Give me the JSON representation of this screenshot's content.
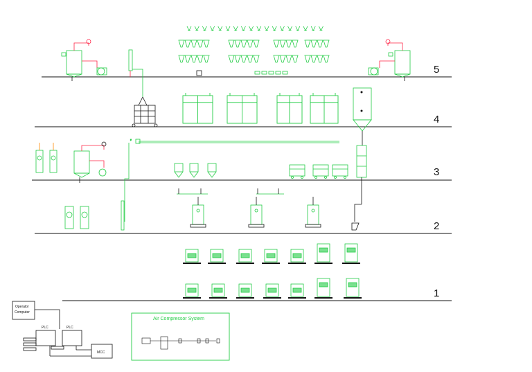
{
  "colors": {
    "line": "#111111",
    "equipment": "#22cc44",
    "equipment_dark": "#0e7a26",
    "pipe": "#ff2244",
    "accent": "#ff8800"
  },
  "floors": [
    {
      "label": "5"
    },
    {
      "label": "4"
    },
    {
      "label": "3"
    },
    {
      "label": "2"
    },
    {
      "label": "1"
    }
  ],
  "control": {
    "operator_label_1": "Operator",
    "operator_label_2": "Computer",
    "plc_1": "PLC",
    "plc_2": "PLC",
    "mcc": "MCC"
  },
  "air_system": {
    "title": "Air Compressor System"
  }
}
